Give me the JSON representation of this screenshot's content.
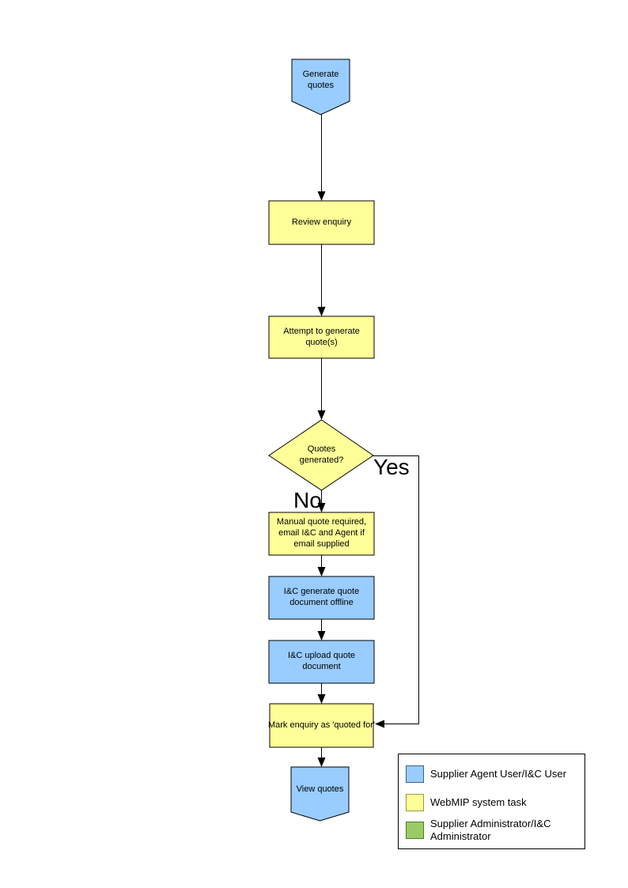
{
  "flowchart": {
    "nodes": {
      "start": {
        "label": "Generate quotes",
        "role": "actor"
      },
      "review": {
        "label": "Review enquiry",
        "role": "system"
      },
      "attempt": {
        "label": "Attempt to generate quote(s)",
        "role": "system"
      },
      "decision": {
        "label": "Quotes generated?",
        "role": "system"
      },
      "manual": {
        "label": "Manual quote required, email I&C and Agent if email supplied",
        "role": "system"
      },
      "generate_offline": {
        "label": "I&C generate quote document offline",
        "role": "actor"
      },
      "upload": {
        "label": "I&C upload quote document",
        "role": "actor"
      },
      "mark": {
        "label": "Mark enquiry as 'quoted for'",
        "role": "system"
      },
      "end": {
        "label": "View quotes",
        "role": "actor"
      }
    },
    "branches": {
      "yes": "Yes",
      "no": "No"
    }
  },
  "legend": {
    "items": [
      {
        "swatch": "#99ccff",
        "label": "Supplier Agent User/I&C User"
      },
      {
        "swatch": "#ffff99",
        "label": "WebMIP system task"
      },
      {
        "swatch": "#99cc66",
        "label": "Supplier Administrator/I&C Administrator"
      }
    ]
  },
  "colors": {
    "actor_blue": "#99ccff",
    "system_yellow": "#ffff99",
    "admin_green": "#99cc66",
    "line": "#000000"
  }
}
